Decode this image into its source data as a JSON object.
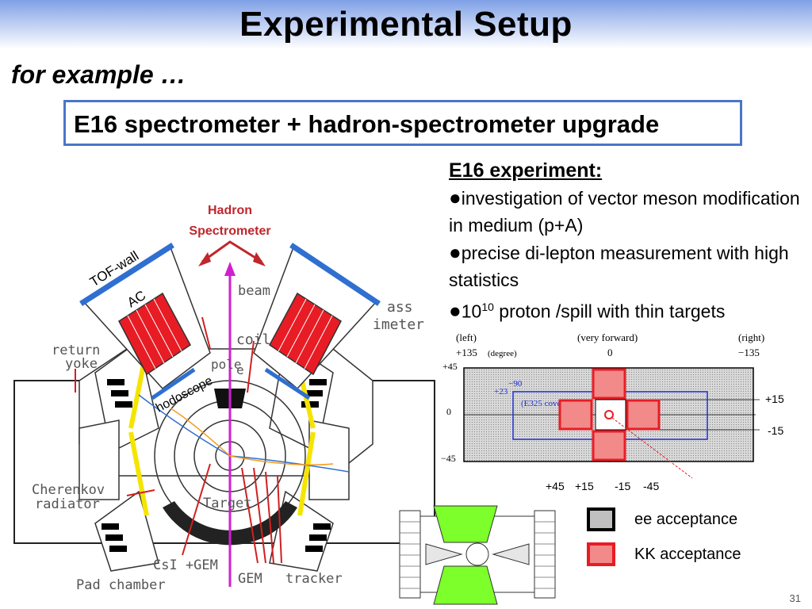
{
  "slide": {
    "title": "Experimental Setup",
    "subtitle": "for example …",
    "boxed_heading": "E16 spectrometer + hadron-spectrometer upgrade",
    "page_number": "31"
  },
  "info": {
    "heading": "E16 experiment:",
    "bullet_glyph": "●",
    "bullets": [
      "investigation of vector meson modification in medium (p+A)",
      "precise di-lepton measurement with high statistics",
      "proton /spill with thin targets"
    ],
    "bullet3_base": "10",
    "bullet3_exp": "10"
  },
  "detector": {
    "hadron_line1": "Hadron",
    "hadron_line2": "Spectrometer",
    "tof_wall": "TOF-wall",
    "ac": "AC",
    "beam": "beam",
    "coil": "coil",
    "pole": "pole",
    "ass": "ass",
    "imeter": "imeter",
    "return": "return",
    "yoke": "yoke",
    "hodoscope": "hodoscope",
    "cherenkov": "Cherenkov",
    "radiator": "radiator",
    "target": "Target",
    "csi_gem": "CsI +GEM",
    "pad_chamber": "Pad chamber",
    "gem": "GEM",
    "tracker": "tracker",
    "e": "e"
  },
  "acceptance": {
    "top_left": "(left)",
    "top_mid": "(very forward)",
    "top_right": "(right)",
    "ang_left": "+135",
    "degree": "(degree)",
    "ang_mid": "0",
    "ang_right": "−135",
    "y_p45": "+45",
    "y_0": "0",
    "y_m45": "−45",
    "p23": "+23",
    "m90": "−90",
    "e325": "(E325 coverage)",
    "right_p15": "+15",
    "right_m15": "-15",
    "bottom_ticks": [
      "+45",
      "+15",
      "-15",
      "-45"
    ]
  },
  "legend": {
    "ee": "ee acceptance",
    "kk": "KK acceptance"
  },
  "colors": {
    "accent_blue": "#4a76c8",
    "kk_red": "#e81c24",
    "hadron_red": "#c0262c",
    "beam_magenta": "#d01fd0",
    "green_module": "#7cff2a"
  }
}
